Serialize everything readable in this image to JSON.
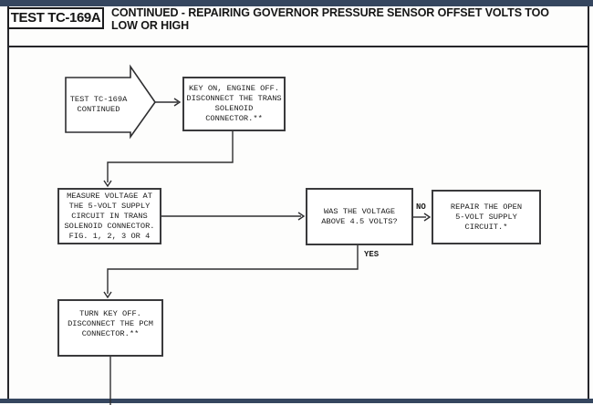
{
  "header": {
    "test_id": "TEST TC-169A",
    "title": "CONTINUED - REPAIRING GOVERNOR PRESSURE SENSOR OFFSET VOLTS TOO\nLOW OR HIGH"
  },
  "flowchart": {
    "start_node": "TEST TC-169A\nCONTINUED",
    "nodes": [
      {
        "id": "key-on",
        "text": "KEY ON, ENGINE OFF.\nDISCONNECT THE TRANS\nSOLENOID\nCONNECTOR.**"
      },
      {
        "id": "measure",
        "text": "MEASURE VOLTAGE AT\nTHE 5-VOLT SUPPLY\nCIRCUIT IN TRANS\nSOLENOID CONNECTOR.\nFIG. 1, 2, 3 OR 4"
      },
      {
        "id": "decide",
        "text": "WAS THE VOLTAGE\nABOVE 4.5 VOLTS?"
      },
      {
        "id": "repair",
        "text": "REPAIR THE OPEN\n5-VOLT SUPPLY\nCIRCUIT.*"
      },
      {
        "id": "key-off",
        "text": "TURN KEY OFF.\nDISCONNECT THE PCM\nCONNECTOR.**"
      }
    ],
    "branch_labels": {
      "no": "NO",
      "yes": "YES"
    }
  },
  "colors": {
    "page_bar": "#35465f",
    "line": "#2e2e30",
    "background": "#fdfdfc",
    "text": "#1b1b1b"
  }
}
